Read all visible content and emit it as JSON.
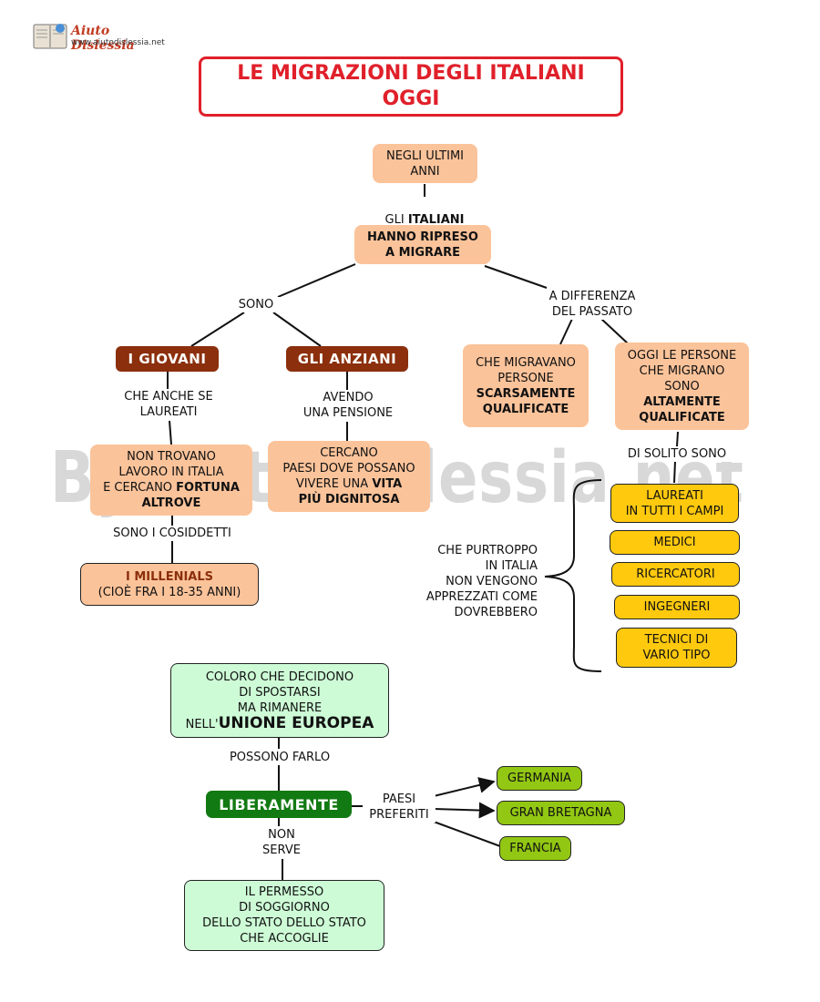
{
  "logo": {
    "brand": "Aiuto Dislessia",
    "site": "www.aiutodislessia.net"
  },
  "watermark": "ByAiutoDislessia.net",
  "title": {
    "line1": "LE MIGRAZIONI DEGLI ITALIANI",
    "line2": "OGGI"
  },
  "nodes": {
    "ultimi_anni": "NEGLI ULTIMI\nANNI",
    "hanno_ripreso": "HANNO RIPRESO\nA MIGRARE",
    "giovani": "I GIOVANI",
    "anziani": "GLI ANZIANI",
    "persone_scarse": {
      "pre": "CHE MIGRAVANO\nPERSONE\n",
      "bold": "SCARSAMENTE\nQUALIFICATE"
    },
    "persone_alte": {
      "pre": "OGGI LE PERSONE\nCHE MIGRANO\nSONO\n",
      "bold": "ALTAMENTE\nQUALIFICATE"
    },
    "non_trovano": {
      "pre": "NON TROVANO\nLAVORO IN ITALIA\nE CERCANO ",
      "bold": "FORTUNA\nALTROVE"
    },
    "cercano_paesi": {
      "pre": "CERCANO\nPAESI DOVE POSSANO\nVIVERE UNA ",
      "bold": "VITA\nPIÙ DIGNITOSA"
    },
    "millenials": {
      "bold": "I MILLENIALS",
      "rest": "(CIOÈ FRA I 18-35 ANNI)"
    },
    "laureati": "LAUREATI\nIN TUTTI I CAMPI",
    "medici": "MEDICI",
    "ricercatori": "RICERCATORI",
    "ingegneri": "INGEGNERI",
    "tecnici": "TECNICI DI\nVARIO TIPO",
    "colloro": {
      "pre": "COLORO CHE DECIDONO\nDI SPOSTARSI\nMA RIMANERE\nNELL'",
      "bold": "UNIONE EUROPEA"
    },
    "liberamente": "LIBERAMENTE",
    "permesso": "IL PERMESSO\nDI SOGGIORNO\nDELLO STATO DELLO STATO\nCHE ACCOGLIE",
    "germania": "GERMANIA",
    "gran_bretagna": "GRAN BRETAGNA",
    "francia": "FRANCIA"
  },
  "links": {
    "gli_italiani": {
      "pre": "GLI ",
      "bold": "ITALIANI"
    },
    "sono": "SONO",
    "a_differenza": "A DIFFERENZA\nDEL PASSATO",
    "che_anche": "CHE ANCHE SE\nLAUREATI",
    "avendo": "AVENDO\nUNA PENSIONE",
    "sono_cosiddetti": "SONO I COSIDDETTI",
    "di_solito": "DI SOLITO SONO",
    "purtroppo": "CHE PURTROPPO\nIN ITALIA\nNON VENGONO\nAPPREZZATI COME\nDOVREBBERO",
    "possono_farlo": "POSSONO FARLO",
    "non_serve": "NON\nSERVE",
    "paesi_preferiti": "PAESI\nPREFERITI"
  },
  "colors": {
    "title_red": "#e0202a",
    "peach": "#fbc39a",
    "brown": "#8b2f0c",
    "yellow": "#ffc90e",
    "mint": "#cdfbd6",
    "lime": "#92c713",
    "green": "#127a12"
  }
}
